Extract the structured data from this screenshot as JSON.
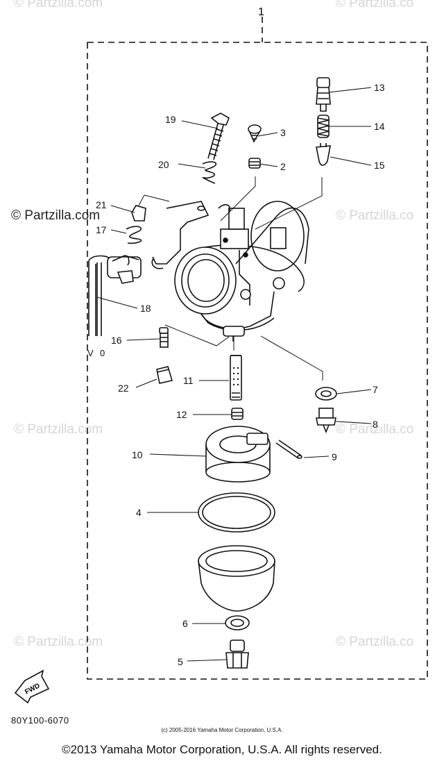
{
  "watermarks": {
    "brand": "© Partzilla.com",
    "brand_short": "© Partzilla.co"
  },
  "diagram": {
    "main_callout": "1",
    "part_callouts": [
      "2",
      "3",
      "4",
      "5",
      "6",
      "7",
      "8",
      "9",
      "10",
      "11",
      "12",
      "13",
      "14",
      "15",
      "16",
      "17",
      "18",
      "19",
      "20",
      "21",
      "22"
    ],
    "wire_labels": [
      "V",
      "0"
    ],
    "fwd_label": "FWD",
    "drawing_code": "80Y100-6070"
  },
  "copyright": {
    "small": "(c) 2005-2016 Yamaha Motor Corporation, U.S.A.",
    "footer": "©2013 Yamaha Motor Corporation, U.S.A. All rights reserved."
  }
}
